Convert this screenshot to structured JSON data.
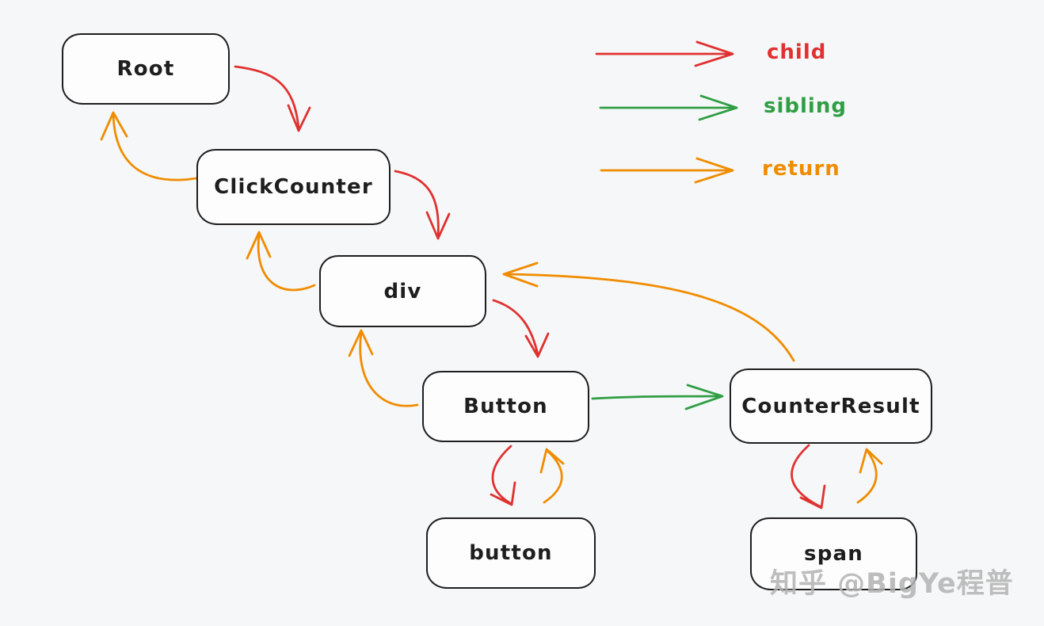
{
  "legend": {
    "items": [
      {
        "label": "child",
        "color": "#e03131",
        "icon": "arrow-right-icon"
      },
      {
        "label": "sibling",
        "color": "#2f9e44",
        "icon": "arrow-right-icon"
      },
      {
        "label": "return",
        "color": "#f08c00",
        "icon": "arrow-right-icon"
      }
    ]
  },
  "nodes": [
    {
      "id": "root",
      "label": "Root"
    },
    {
      "id": "click-counter",
      "label": "ClickCounter"
    },
    {
      "id": "div",
      "label": "div"
    },
    {
      "id": "button-comp",
      "label": "Button"
    },
    {
      "id": "counter-result",
      "label": "CounterResult"
    },
    {
      "id": "button-el",
      "label": "button"
    },
    {
      "id": "span-el",
      "label": "span"
    }
  ],
  "edges": [
    {
      "from": "Root",
      "to": "ClickCounter",
      "type": "child"
    },
    {
      "from": "ClickCounter",
      "to": "Root",
      "type": "return"
    },
    {
      "from": "ClickCounter",
      "to": "div",
      "type": "child"
    },
    {
      "from": "div",
      "to": "ClickCounter",
      "type": "return"
    },
    {
      "from": "div",
      "to": "Button",
      "type": "child"
    },
    {
      "from": "Button",
      "to": "div",
      "type": "return"
    },
    {
      "from": "Button",
      "to": "CounterResult",
      "type": "sibling"
    },
    {
      "from": "CounterResult",
      "to": "div",
      "type": "return"
    },
    {
      "from": "Button",
      "to": "button",
      "type": "child"
    },
    {
      "from": "button",
      "to": "Button",
      "type": "return"
    },
    {
      "from": "CounterResult",
      "to": "span",
      "type": "child"
    },
    {
      "from": "span",
      "to": "CounterResult",
      "type": "return"
    }
  ],
  "watermark": {
    "text": "知乎 @BigYe程普"
  },
  "colors": {
    "background": "#f6f7f8",
    "node_fill": "#fdfdfd",
    "node_stroke": "#1e1e1e",
    "child_arrow": "#e03131",
    "sibling_arrow": "#2f9e44",
    "return_arrow": "#f08c00",
    "watermark": "#b3b3b3"
  }
}
